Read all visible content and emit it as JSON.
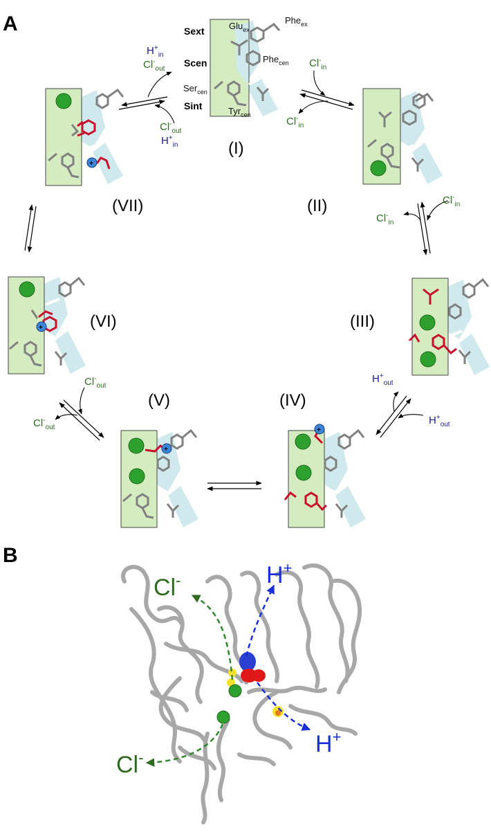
{
  "panel_a_letter": "A",
  "panel_b_letter": "B",
  "states": {
    "I": "(I)",
    "II": "(II)",
    "III": "(III)",
    "IV": "(IV)",
    "V": "(V)",
    "VI": "(VI)",
    "VII": "(VII)"
  },
  "sites": {
    "sext": "Sext",
    "scen": "Scen",
    "sint": "Sint"
  },
  "residues": {
    "glu": "Glu",
    "glu_sub": "ex",
    "phe_ex": "Phe",
    "phe_ex_sub": "ex",
    "phe_cen": "Phe",
    "phe_cen_sub": "cen",
    "ser": "Ser",
    "ser_sub": "cen",
    "tyr": "Tyr",
    "tyr_sub": "cen"
  },
  "ions": {
    "cl": "Cl",
    "cl_charge": "-",
    "h": "H",
    "h_charge": "+",
    "sub_in": "in",
    "sub_out": "out"
  },
  "panel_b": {
    "cl_top": "Cl",
    "cl_bottom": "Cl",
    "cl_charge": "-",
    "h_top": "H",
    "h_right": "H",
    "h_charge": "+"
  },
  "colors": {
    "helix_green": "#d4ecc0",
    "helix_blue": "#cfe9ec",
    "chloride": "#2ea02e",
    "residue_gray": "#808080",
    "residue_red": "#c8102e",
    "proton_blue": "#3b86d9",
    "chloride_text": "#2e6b1f",
    "proton_text": "#1a1a8c"
  }
}
